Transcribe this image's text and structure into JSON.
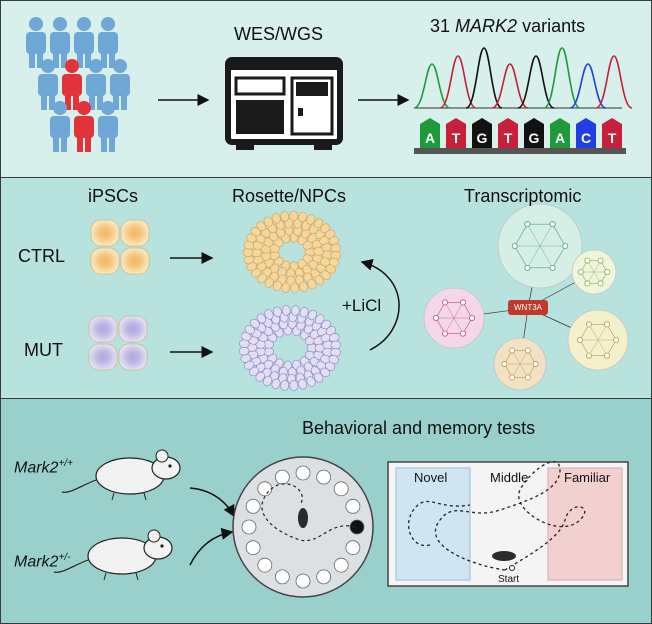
{
  "panel1": {
    "sequencing_label": "WES/WGS",
    "variants_count": "31",
    "variants_gene": "MARK2",
    "variants_suffix": "variants",
    "sequence": [
      {
        "base": "A",
        "color": "#1f9a3a"
      },
      {
        "base": "T",
        "color": "#c8203a"
      },
      {
        "base": "G",
        "color": "#111111"
      },
      {
        "base": "T",
        "color": "#c8203a"
      },
      {
        "base": "G",
        "color": "#111111"
      },
      {
        "base": "A",
        "color": "#1f9a3a"
      },
      {
        "base": "C",
        "color": "#1f3fe0"
      },
      {
        "base": "T",
        "color": "#c8203a"
      }
    ]
  },
  "panel2": {
    "ipsc_label": "iPSCs",
    "rosette_label": "Rosette/NPCs",
    "transcriptomic_label": "Transcriptomic",
    "ctrl_label": "CTRL",
    "mut_label": "MUT",
    "licl_label": "+LiCl",
    "hub_gene": "WNT3A"
  },
  "panel3": {
    "title": "Behavioral and memory tests",
    "mouse_wt_gene": "Mark2",
    "mouse_wt_sup": "+/+",
    "mouse_het_gene": "Mark2",
    "mouse_het_sup": "+/-",
    "zone_novel": "Novel",
    "zone_middle": "Middle",
    "zone_familiar": "Familiar",
    "start_label": "Start"
  },
  "colors": {
    "panel1_bg": "#d8f0ec",
    "panel2_bg": "#b8e2de",
    "panel3_bg": "#9ad0cc",
    "person_blue": "#6fa8d6",
    "person_red": "#e0333a",
    "ctrl_cell": "#f6d69a",
    "mut_cell": "#c9c3e6",
    "novel_zone": "#cfe6f2",
    "familiar_zone": "#f3d0d0"
  }
}
